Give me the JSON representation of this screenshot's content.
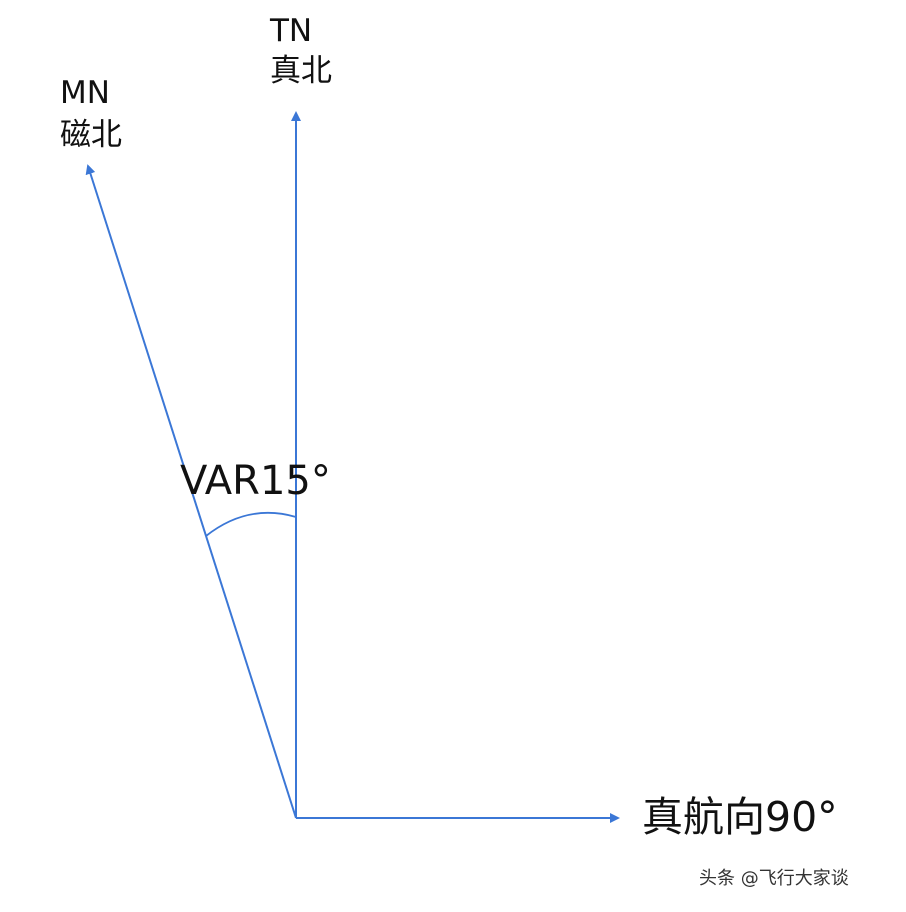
{
  "labels": {
    "true_north_abbr": "TN",
    "true_north": "真北",
    "magnetic_north_abbr": "MN",
    "magnetic_north": "磁北",
    "variation": "VAR15°",
    "true_heading": "真航向90°"
  },
  "watermark": "头条 @飞行大家谈",
  "colors": {
    "line": "#3b77d6",
    "text": "#111111"
  }
}
